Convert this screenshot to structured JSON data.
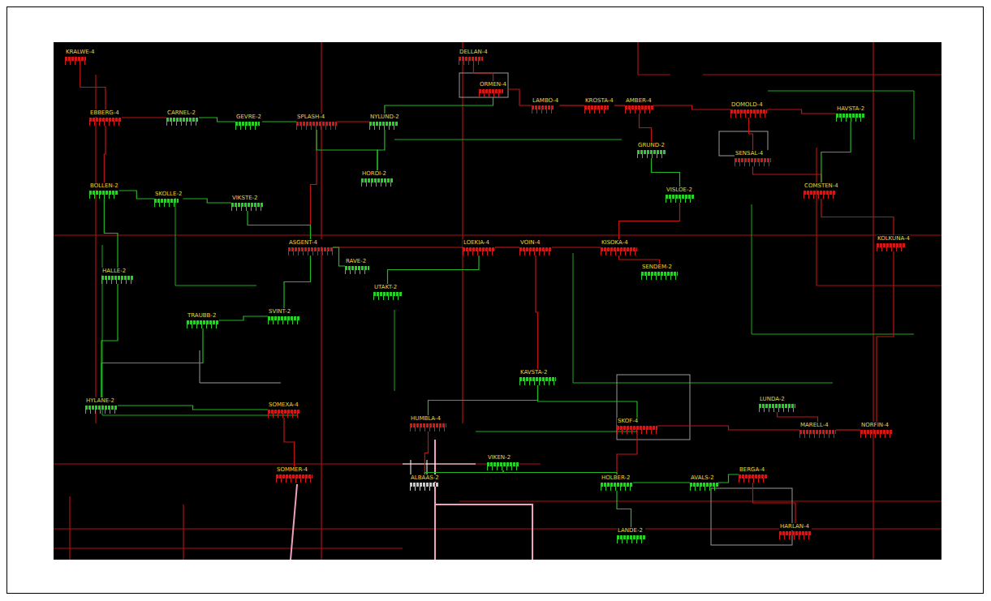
{
  "diagram": {
    "nodes": [
      {
        "text": [
          "KRALWE-4"
        ]
      },
      {
        "text": [
          "EBBERG-4"
        ]
      },
      {
        "text": [
          "CARNEL-2"
        ]
      },
      {
        "text": [
          "GEVRE-2"
        ]
      },
      {
        "text": [
          "SPLASH-4"
        ]
      },
      {
        "text": [
          "NYLUND-2"
        ]
      },
      {
        "text": [
          "DELLAN-4"
        ]
      },
      {
        "text": [
          "ORMEN-4"
        ]
      },
      {
        "text": [
          "LAMBO-4"
        ]
      },
      {
        "text": [
          "KROSTA-4"
        ]
      },
      {
        "text": [
          "AMBER-4"
        ]
      },
      {
        "text": [
          "GRUND-2"
        ]
      },
      {
        "text": [
          "DOMOLD-4"
        ]
      },
      {
        "text": [
          "SENSAL-4"
        ]
      },
      {
        "text": [
          "HAVSTA-2"
        ]
      },
      {
        "text": [
          "BOLLEN-2"
        ]
      },
      {
        "text": [
          "SKOLLE-2"
        ]
      },
      {
        "text": [
          "VIKSTE-2"
        ]
      },
      {
        "text": [
          "ASGENT-4"
        ]
      },
      {
        "text": [
          "RAVE-2"
        ]
      },
      {
        "text": [
          "HORDI-2"
        ]
      },
      {
        "text": [
          "LOEKIA-4"
        ]
      },
      {
        "text": [
          "VOIN-4"
        ]
      },
      {
        "text": [
          "KISOKA-4"
        ]
      },
      {
        "text": [
          "VISLOE-2"
        ]
      },
      {
        "text": [
          "SENDEM-2"
        ]
      },
      {
        "text": [
          "COMSTEN-4"
        ]
      },
      {
        "text": [
          "KOLKUNA-4"
        ]
      },
      {
        "text": [
          "HALLE-2"
        ]
      },
      {
        "text": [
          "TRAUBB-2"
        ]
      },
      {
        "text": [
          "SVINT-2"
        ]
      },
      {
        "text": [
          "UTAKT-2"
        ]
      },
      {
        "text": [
          "HUMBLA-4"
        ]
      },
      {
        "text": [
          "HYLANE-2"
        ]
      },
      {
        "text": [
          "SOMEXA-4"
        ]
      },
      {
        "text": [
          "KAVSTA-2"
        ]
      },
      {
        "text": [
          "SKOF-4"
        ]
      },
      {
        "text": [
          "MARELL-4"
        ]
      },
      {
        "text": [
          "LUNDA-2"
        ]
      },
      {
        "text": [
          "NORFIN-4"
        ]
      },
      {
        "text": [
          "VIKEN-2"
        ]
      },
      {
        "text": [
          "HOLBER-2"
        ]
      },
      {
        "text": [
          "AVALS-2"
        ]
      },
      {
        "text": [
          "SOMMER-4"
        ]
      },
      {
        "text": [
          "BERGA-4"
        ]
      },
      {
        "text": [
          "ALBAAS-2"
        ]
      },
      {
        "text": [
          "LANDE-2"
        ]
      },
      {
        "text": [
          "HARLAN-4"
        ]
      }
    ],
    "edges": [
      {
        "from": 0,
        "to": 1,
        "arrow": "none"
      },
      {
        "from": 1,
        "to": 2,
        "arrow": "none"
      },
      {
        "from": 2,
        "to": 3,
        "arrow": "none"
      },
      {
        "from": 3,
        "to": 4,
        "arrow": "none"
      },
      {
        "from": 4,
        "to": 5,
        "arrow": "none"
      },
      {
        "from": 4,
        "to": 18,
        "arrow": "none"
      },
      {
        "from": 5,
        "to": 7,
        "arrow": "none"
      },
      {
        "from": 6,
        "to": 7,
        "arrow": "none"
      },
      {
        "from": 7,
        "to": 8,
        "arrow": "none"
      },
      {
        "from": 8,
        "to": 9,
        "arrow": "none"
      },
      {
        "from": 9,
        "to": 10,
        "arrow": "none"
      },
      {
        "from": 10,
        "to": 11,
        "arrow": "none"
      },
      {
        "from": 10,
        "to": 12,
        "arrow": "none"
      },
      {
        "from": 12,
        "to": 13,
        "arrow": "none"
      },
      {
        "from": 12,
        "to": 14,
        "arrow": "none"
      },
      {
        "from": 13,
        "to": 26,
        "arrow": "none"
      },
      {
        "from": 14,
        "to": 26,
        "arrow": "none"
      },
      {
        "from": 26,
        "to": 27,
        "arrow": "none"
      },
      {
        "from": 1,
        "to": 15,
        "arrow": "none"
      },
      {
        "from": 15,
        "to": 16,
        "arrow": "none"
      },
      {
        "from": 16,
        "to": 17,
        "arrow": "none"
      },
      {
        "from": 17,
        "to": 18,
        "arrow": "none"
      },
      {
        "from": 18,
        "to": 21,
        "arrow": "none"
      },
      {
        "from": 21,
        "to": 22,
        "arrow": "none"
      },
      {
        "from": 22,
        "to": 23,
        "arrow": "none"
      },
      {
        "from": 23,
        "to": 25,
        "arrow": "none"
      },
      {
        "from": 23,
        "to": 24,
        "arrow": "none"
      },
      {
        "from": 24,
        "to": 11,
        "arrow": "none"
      },
      {
        "from": 15,
        "to": 28,
        "arrow": "none"
      },
      {
        "from": 28,
        "to": 33,
        "arrow": "none"
      },
      {
        "from": 29,
        "to": 30,
        "arrow": "none"
      },
      {
        "from": 30,
        "to": 18,
        "arrow": "none"
      },
      {
        "from": 31,
        "to": 21,
        "arrow": "none"
      },
      {
        "from": 19,
        "to": 18,
        "arrow": "none"
      },
      {
        "from": 20,
        "to": 4,
        "arrow": "none"
      },
      {
        "from": 20,
        "to": 5,
        "arrow": "none"
      },
      {
        "from": 22,
        "to": 35,
        "arrow": "none"
      },
      {
        "from": 35,
        "to": 32,
        "arrow": "none"
      },
      {
        "from": 32,
        "to": 45,
        "arrow": "none"
      },
      {
        "from": 35,
        "to": 36,
        "arrow": "none"
      },
      {
        "from": 36,
        "to": 41,
        "arrow": "none"
      },
      {
        "from": 41,
        "to": 40,
        "arrow": "none"
      },
      {
        "from": 40,
        "to": 45,
        "arrow": "none"
      },
      {
        "from": 36,
        "to": 37,
        "arrow": "none"
      },
      {
        "from": 37,
        "to": 38,
        "arrow": "none"
      },
      {
        "from": 37,
        "to": 39,
        "arrow": "none"
      },
      {
        "from": 27,
        "to": 39,
        "arrow": "none"
      },
      {
        "from": 41,
        "to": 42,
        "arrow": "none"
      },
      {
        "from": 42,
        "to": 44,
        "arrow": "none"
      },
      {
        "from": 44,
        "to": 47,
        "arrow": "none"
      },
      {
        "from": 46,
        "to": 41,
        "arrow": "none"
      },
      {
        "from": 33,
        "to": 34,
        "arrow": "none"
      },
      {
        "from": 34,
        "to": 43,
        "arrow": "none"
      },
      {
        "from": 29,
        "to": 33,
        "arrow": "none"
      }
    ]
  }
}
